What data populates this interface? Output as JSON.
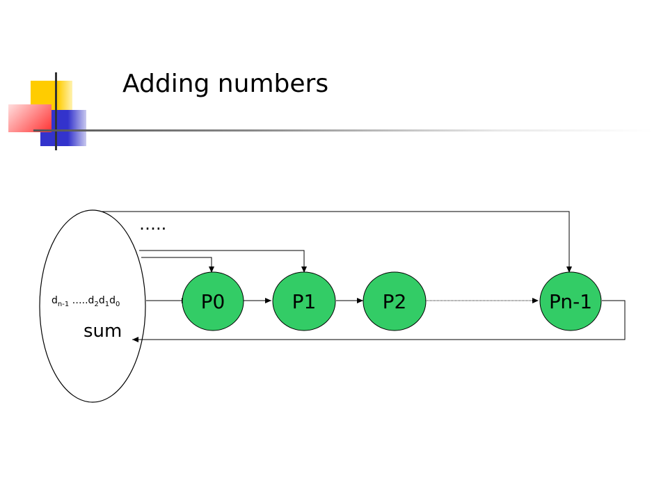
{
  "title": "Adding numbers",
  "colors": {
    "node_fill": "#33cc66",
    "deco_yellow": "#ffcc00",
    "deco_blue": "#3333cc",
    "deco_red": "#ff3333"
  },
  "storage": {
    "sum_label": "sum",
    "digits": {
      "d1": "d",
      "s1": "n-1",
      "mid": " …..d",
      "s2": "2",
      "d3": "d",
      "s3": "1",
      "d4": "d",
      "s4": "0"
    }
  },
  "ellipsis_label": "…..",
  "processors": [
    {
      "label": "P0"
    },
    {
      "label": "P1"
    },
    {
      "label": "P2"
    },
    {
      "label": "Pn-1"
    }
  ]
}
